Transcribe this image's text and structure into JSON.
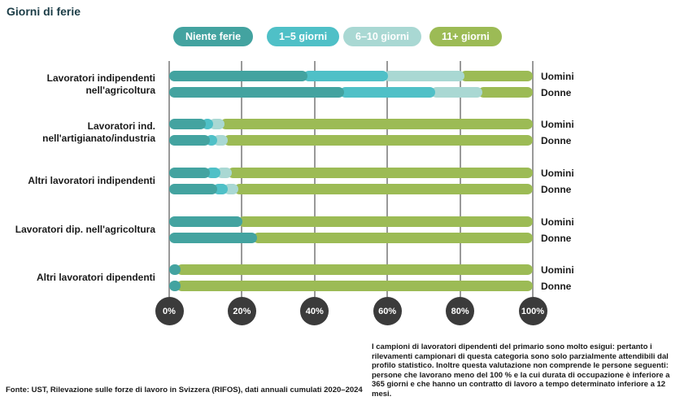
{
  "title": "Giorni di ferie",
  "footnote": "I campioni di lavoratori dipendenti del primario sono molto esigui: pertanto i rilevamenti campionari di questa categoria sono solo parzialmente attendibili dal profilo statistico. Inoltre questa valutazione non comprende le persone seguenti: persone che lavorano meno del 100 % e la cui durata di occupazione è inferiore a 365 giorni e che hanno un contratto di lavoro a tempo determinato inferiore a 12 mesi.",
  "source": "Fonte: UST, Rilevazione sulle forze di lavoro in Svizzera (RIFOS), dati annuali cumulati 2020–2024",
  "colors": {
    "tick_circle_bg": "#3b3b3b",
    "tick_circle_text": "#ffffff",
    "gridline": "#999999",
    "title_text": "#1c3d47"
  },
  "chart_data": {
    "type": "bar",
    "stacked": true,
    "orientation": "horizontal",
    "title": "Giorni di ferie",
    "xlim": [
      0,
      100
    ],
    "x_ticks": [
      "0%",
      "20%",
      "40%",
      "60%",
      "80%",
      "100%"
    ],
    "grid": true,
    "legend_position": "top",
    "categories": [
      {
        "label": "Niente ferie",
        "color": "#43a3a0"
      },
      {
        "label": "1–5 giorni",
        "color": "#4fc0c7"
      },
      {
        "label": "6–10 giorni",
        "color": "#a9d8d3"
      },
      {
        "label": "11+ giorni",
        "color": "#9cbb55"
      }
    ],
    "row_labels": [
      "Uomini",
      "Donne"
    ],
    "groups": [
      {
        "label": "Lavoratori indipendenti nell'agricoltura",
        "label_lines": [
          "Lavoratori indipendenti",
          "nell'agricoltura"
        ],
        "rows": [
          {
            "name": "Uomini",
            "values": [
              37,
              22,
              21,
              20
            ]
          },
          {
            "name": "Donne",
            "values": [
              47,
              25,
              13,
              15
            ]
          }
        ]
      },
      {
        "label": "Lavoratori ind. nell'artigianato/industria",
        "label_lines": [
          "Lavoratori ind.",
          "nell'artigianato/industria"
        ],
        "rows": [
          {
            "name": "Uomini",
            "values": [
              9,
              2,
              3,
              86
            ]
          },
          {
            "name": "Donne",
            "values": [
              10,
              2,
              3,
              85
            ]
          }
        ]
      },
      {
        "label": "Altri lavoratori indipendenti",
        "label_lines": [
          "Altri lavoratori indipendenti"
        ],
        "rows": [
          {
            "name": "Uomini",
            "values": [
              10,
              3,
              3,
              84
            ]
          },
          {
            "name": "Donne",
            "values": [
              12,
              3,
              3,
              82
            ]
          }
        ]
      },
      {
        "label": "Lavoratori dip. nell'agricoltura",
        "label_lines": [
          "Lavoratori dip. nell'agricoltura"
        ],
        "rows": [
          {
            "name": "Uomini",
            "values": [
              19,
              0,
              0,
              81
            ]
          },
          {
            "name": "Donne",
            "values": [
              23,
              0,
              0,
              77
            ]
          }
        ]
      },
      {
        "label": "Altri lavoratori dipendenti",
        "label_lines": [
          "Altri lavoratori dipendenti"
        ],
        "rows": [
          {
            "name": "Uomini",
            "values": [
              2,
              0,
              0,
              98
            ]
          },
          {
            "name": "Donne",
            "values": [
              2,
              0,
              0,
              98
            ]
          }
        ]
      }
    ]
  }
}
